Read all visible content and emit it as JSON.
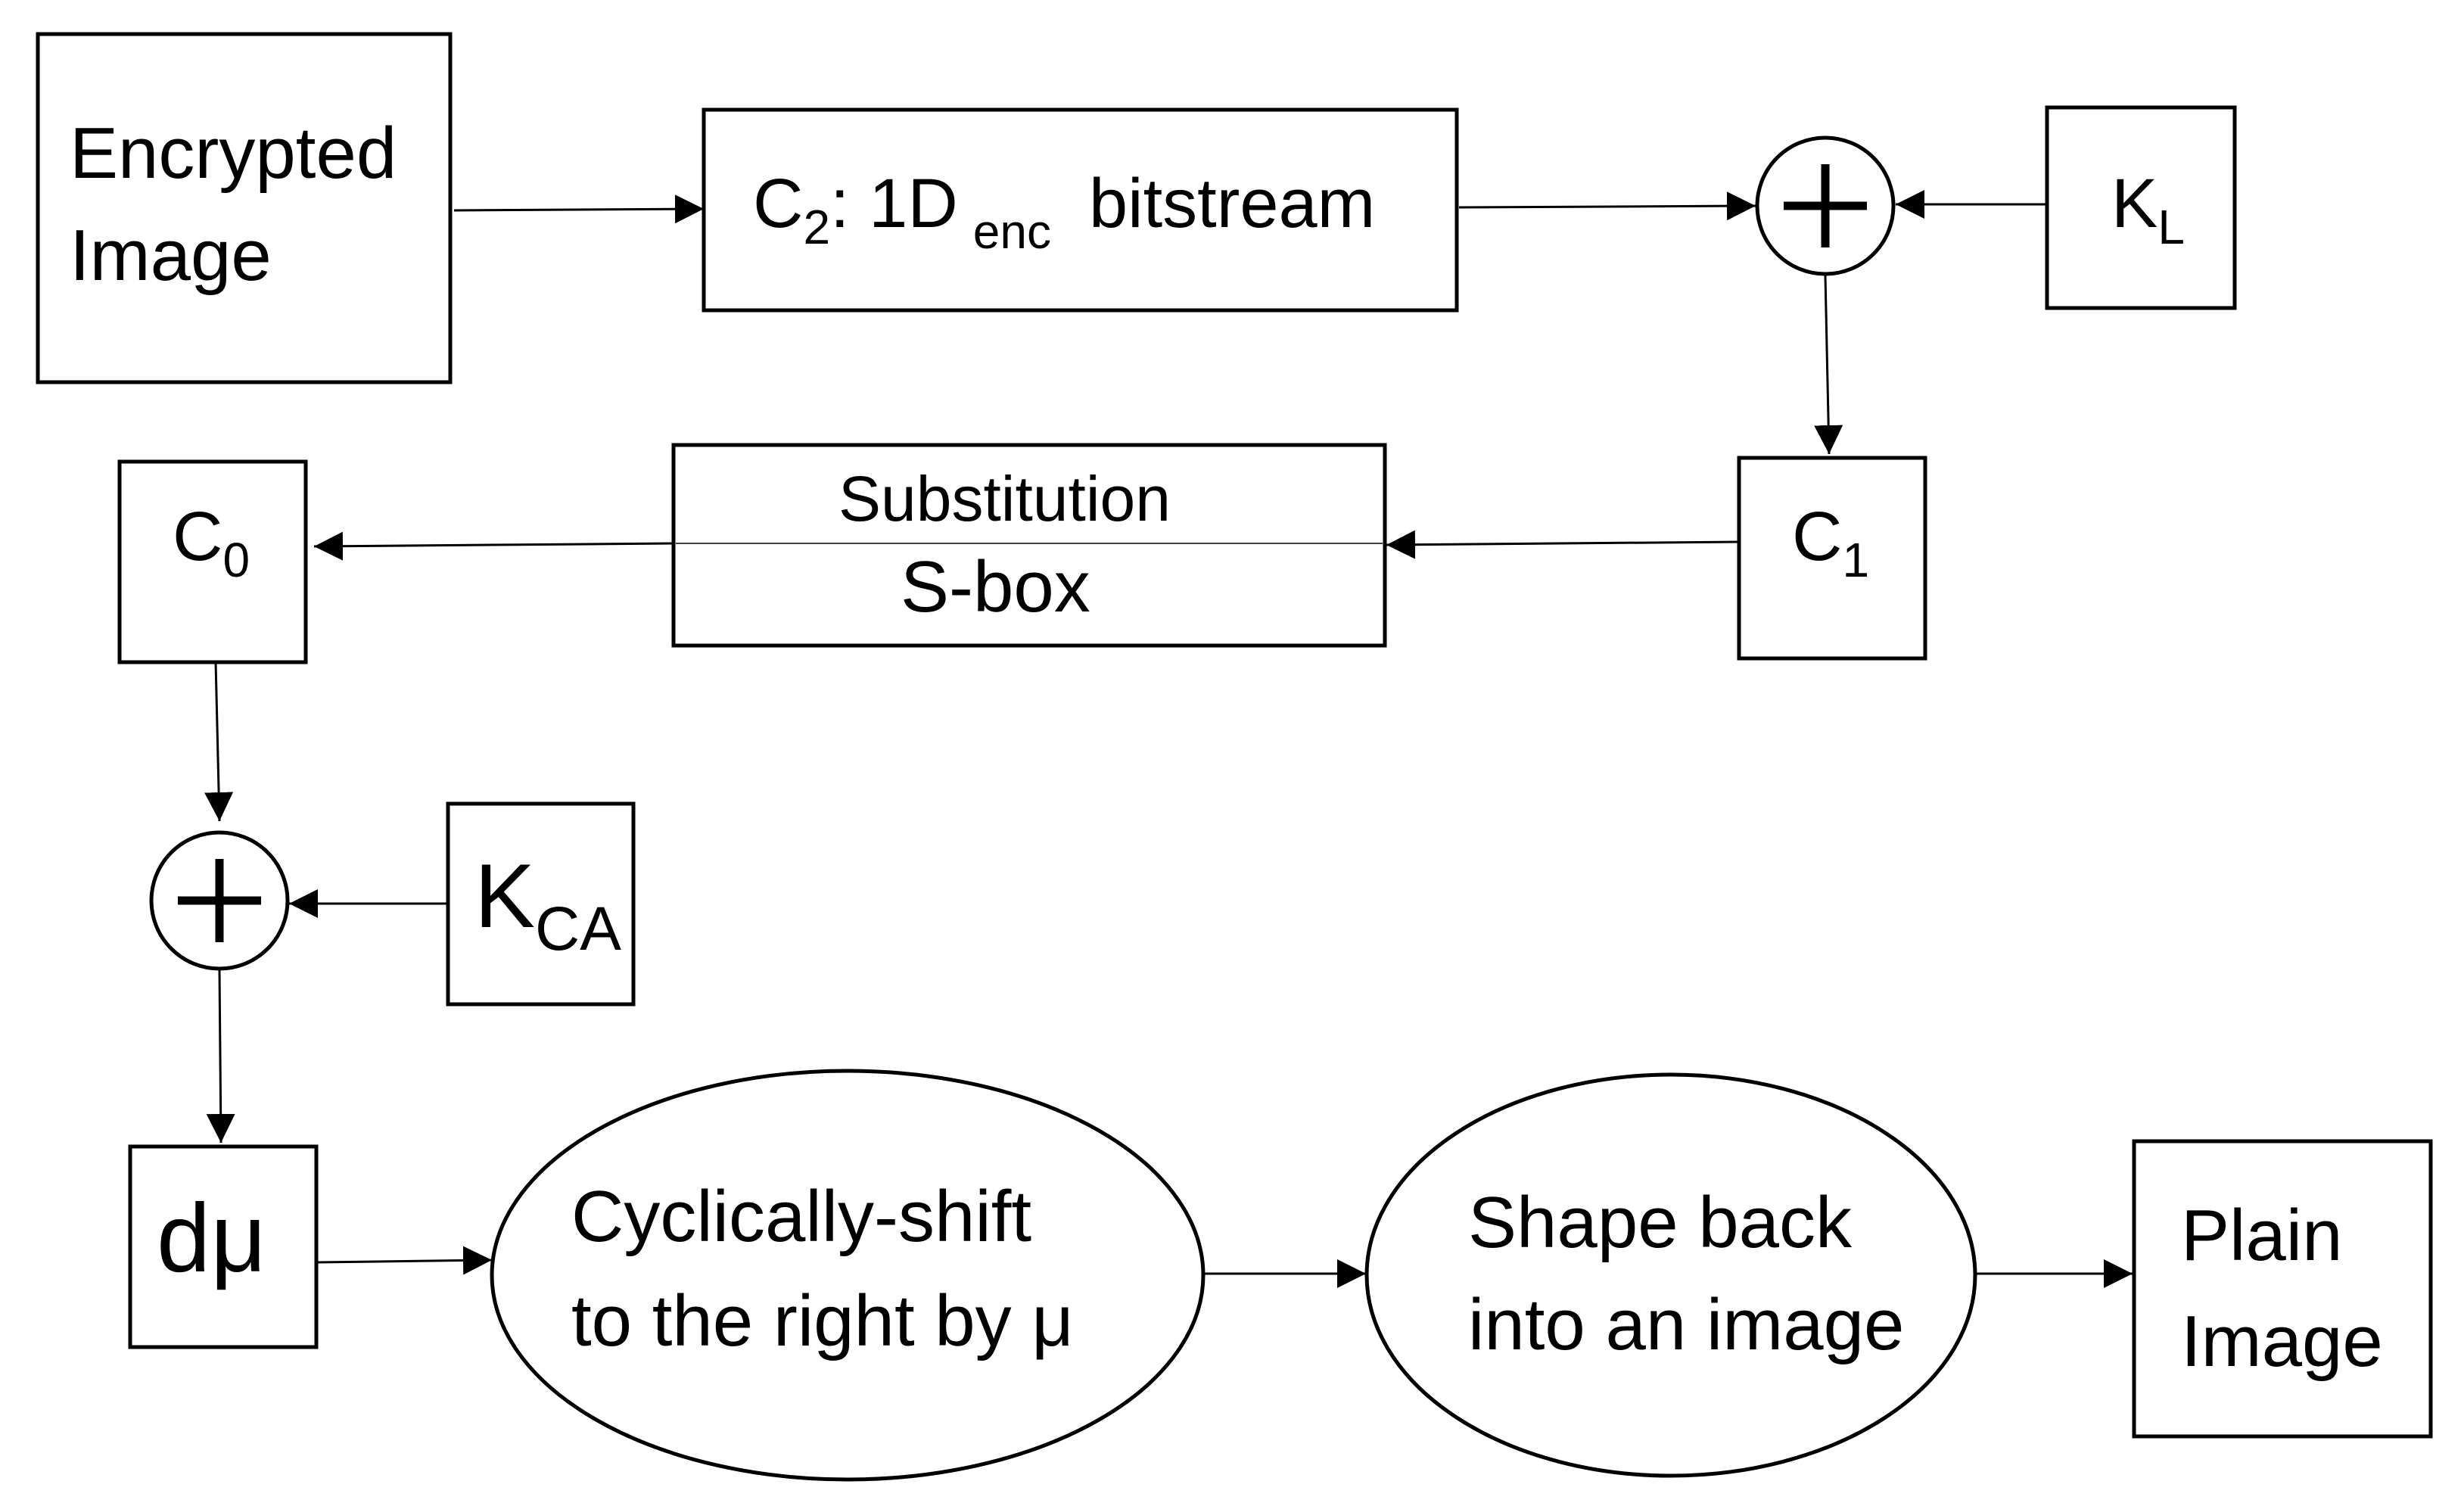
{
  "nodes": {
    "encrypted_image": {
      "line1": "Encrypted",
      "line2": "Image"
    },
    "c2_bitstream": {
      "main": "C",
      "sub": "2",
      "rest": ": 1D",
      "sub2": "enc",
      "tail": "bitstream"
    },
    "kl": {
      "main": "K",
      "sub": "L"
    },
    "c1": {
      "main": "C",
      "sub": "1"
    },
    "substitution": {
      "line1": "Substitution",
      "line2": "S-box"
    },
    "c0": {
      "main": "C",
      "sub": "0"
    },
    "kca": {
      "main": "K",
      "sub": "CA"
    },
    "dmu": {
      "label": "dμ"
    },
    "cyclic_shift": {
      "line1": "Cyclically-shift",
      "line2": "to the right by μ"
    },
    "shape_back": {
      "line1": "Shape back",
      "line2": "into an image"
    },
    "plain_image": {
      "line1": "Plain",
      "line2": "Image"
    }
  }
}
